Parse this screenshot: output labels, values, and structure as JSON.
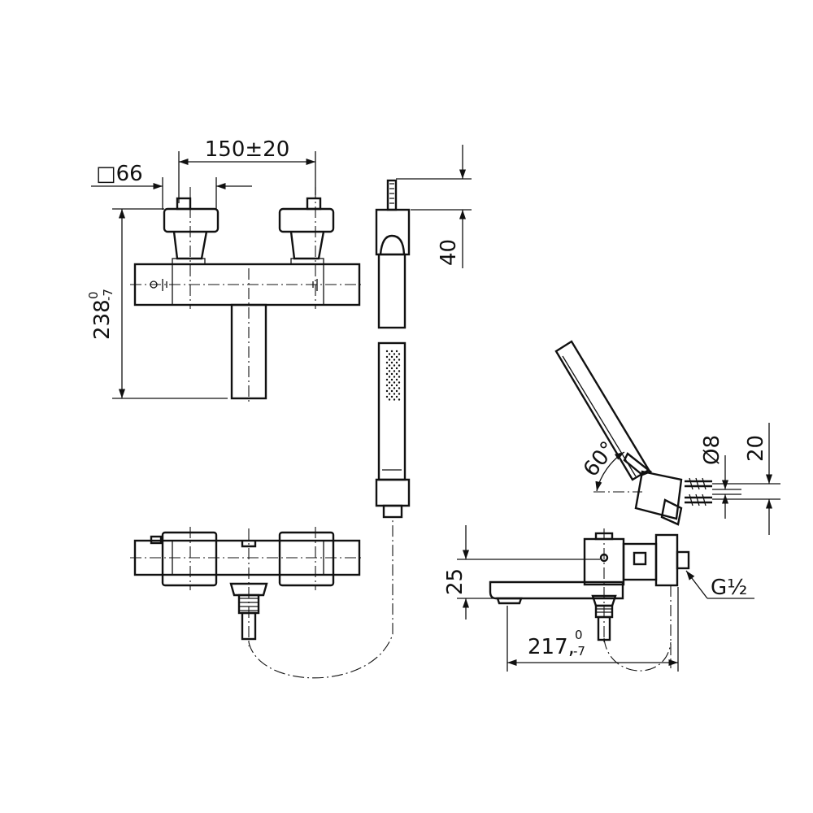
{
  "dimensions": {
    "square_size": "□66",
    "spacing": "150±20",
    "height_main": "238",
    "height_tol_upper": "0",
    "height_tol_lower": "-7",
    "holder_height": "40",
    "spout_height": "25",
    "spout_length": "217,",
    "spout_tol_upper": "0",
    "spout_tol_lower": "-7",
    "tilt_angle": "60°",
    "wall_bore": "Ø8",
    "wall_depth": "20",
    "thread": "G½"
  }
}
